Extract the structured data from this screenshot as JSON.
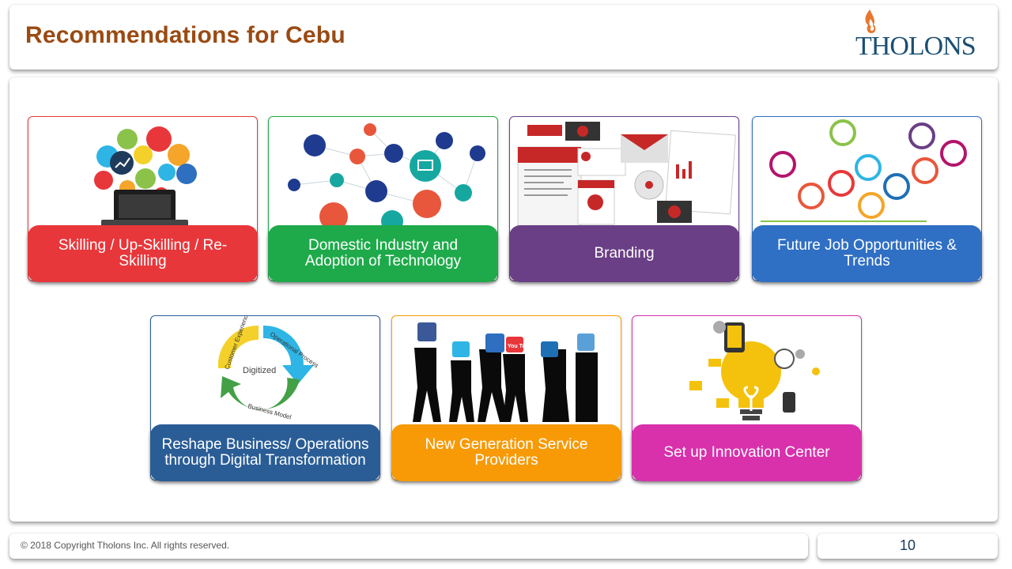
{
  "header": {
    "title": "Recommendations for Cebu",
    "logo_text": "THOLONS"
  },
  "cards": [
    {
      "label": "Skilling / Up-Skilling / Re-Skilling",
      "color": "#e8373b"
    },
    {
      "label": "Domestic Industry and Adoption of Technology",
      "color": "#1eaa4a"
    },
    {
      "label": "Branding",
      "color": "#6a3f86"
    },
    {
      "label": "Future Job Opportunities & Trends",
      "color": "#2f6fc4"
    },
    {
      "label": "Reshape Business/ Operations through Digital Transformation",
      "color": "#2a5d96"
    },
    {
      "label": "New Generation Service Providers",
      "color": "#f79a06"
    },
    {
      "label": "Set up Innovation Center",
      "color": "#d930ac"
    }
  ],
  "cycle": {
    "center": "Digitized",
    "segments": [
      "Customer Experience",
      "Operational Process",
      "Business Model"
    ]
  },
  "social": {
    "youtube": "You Tube"
  },
  "footer": {
    "copyright": "© 2018 Copyright Tholons Inc. All rights reserved.",
    "page_number": "10"
  }
}
